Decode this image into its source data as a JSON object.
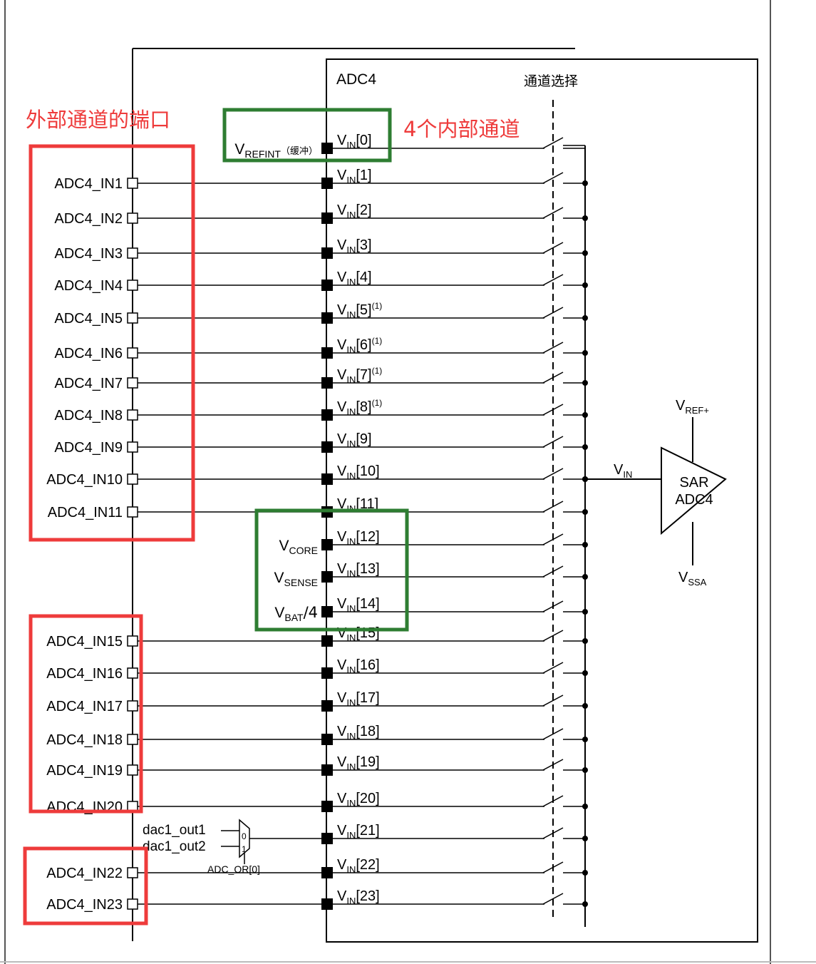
{
  "block": {
    "title": "ADC4",
    "selector_label": "通道选择"
  },
  "annotations": {
    "external_ports": "外部通道的端口",
    "internal_channels": "4个内部通道"
  },
  "vin_channels": [
    {
      "base": "V",
      "sub": "IN",
      "idx": "[0]",
      "sup": ""
    },
    {
      "base": "V",
      "sub": "IN",
      "idx": "[1]",
      "sup": ""
    },
    {
      "base": "V",
      "sub": "IN",
      "idx": "[2]",
      "sup": ""
    },
    {
      "base": "V",
      "sub": "IN",
      "idx": "[3]",
      "sup": ""
    },
    {
      "base": "V",
      "sub": "IN",
      "idx": "[4]",
      "sup": ""
    },
    {
      "base": "V",
      "sub": "IN",
      "idx": "[5]",
      "sup": "(1)"
    },
    {
      "base": "V",
      "sub": "IN",
      "idx": "[6]",
      "sup": "(1)"
    },
    {
      "base": "V",
      "sub": "IN",
      "idx": "[7]",
      "sup": "(1)"
    },
    {
      "base": "V",
      "sub": "IN",
      "idx": "[8]",
      "sup": "(1)"
    },
    {
      "base": "V",
      "sub": "IN",
      "idx": "[9]",
      "sup": ""
    },
    {
      "base": "V",
      "sub": "IN",
      "idx": "[10]",
      "sup": ""
    },
    {
      "base": "V",
      "sub": "IN",
      "idx": "[11]",
      "sup": ""
    },
    {
      "base": "V",
      "sub": "IN",
      "idx": "[12]",
      "sup": ""
    },
    {
      "base": "V",
      "sub": "IN",
      "idx": "[13]",
      "sup": ""
    },
    {
      "base": "V",
      "sub": "IN",
      "idx": "[14]",
      "sup": ""
    },
    {
      "base": "V",
      "sub": "IN",
      "idx": "[15]",
      "sup": ""
    },
    {
      "base": "V",
      "sub": "IN",
      "idx": "[16]",
      "sup": ""
    },
    {
      "base": "V",
      "sub": "IN",
      "idx": "[17]",
      "sup": ""
    },
    {
      "base": "V",
      "sub": "IN",
      "idx": "[18]",
      "sup": ""
    },
    {
      "base": "V",
      "sub": "IN",
      "idx": "[19]",
      "sup": ""
    },
    {
      "base": "V",
      "sub": "IN",
      "idx": "[20]",
      "sup": ""
    },
    {
      "base": "V",
      "sub": "IN",
      "idx": "[21]",
      "sup": ""
    },
    {
      "base": "V",
      "sub": "IN",
      "idx": "[22]",
      "sup": ""
    },
    {
      "base": "V",
      "sub": "IN",
      "idx": "[23]",
      "sup": ""
    }
  ],
  "external_ports": [
    {
      "label": "ADC4_IN1",
      "ch": 1
    },
    {
      "label": "ADC4_IN2",
      "ch": 2
    },
    {
      "label": "ADC4_IN3",
      "ch": 3
    },
    {
      "label": "ADC4_IN4",
      "ch": 4
    },
    {
      "label": "ADC4_IN5",
      "ch": 5
    },
    {
      "label": "ADC4_IN6",
      "ch": 6
    },
    {
      "label": "ADC4_IN7",
      "ch": 7
    },
    {
      "label": "ADC4_IN8",
      "ch": 8
    },
    {
      "label": "ADC4_IN9",
      "ch": 9
    },
    {
      "label": "ADC4_IN10",
      "ch": 10
    },
    {
      "label": "ADC4_IN11",
      "ch": 11
    },
    {
      "label": "ADC4_IN15",
      "ch": 15
    },
    {
      "label": "ADC4_IN16",
      "ch": 16
    },
    {
      "label": "ADC4_IN17",
      "ch": 17
    },
    {
      "label": "ADC4_IN18",
      "ch": 18
    },
    {
      "label": "ADC4_IN19",
      "ch": 19
    },
    {
      "label": "ADC4_IN20",
      "ch": 20
    },
    {
      "label": "ADC4_IN22",
      "ch": 22
    },
    {
      "label": "ADC4_IN23",
      "ch": 23
    }
  ],
  "internal_sources": [
    {
      "base": "V",
      "sub": "REFINT",
      "tail": "（缓冲）",
      "ch": 0
    },
    {
      "base": "V",
      "sub": "CORE",
      "tail": "",
      "ch": 12
    },
    {
      "base": "V",
      "sub": "SENSE",
      "tail": "",
      "ch": 13
    },
    {
      "base": "V",
      "sub": "BAT",
      "tail": "/4",
      "ch": 14
    }
  ],
  "mux": {
    "in0": "dac1_out1",
    "in1": "dac1_out2",
    "sel0": "0",
    "sel1": "1",
    "control": "ADC_OR[0]"
  },
  "sar": {
    "line1": "SAR",
    "line2": "ADC4",
    "input_base": "V",
    "input_sub": "IN",
    "ref_base": "V",
    "ref_sub": "REF+",
    "gnd_base": "V",
    "gnd_sub": "SSA"
  },
  "colors": {
    "annotation_red": "#ee3b3b",
    "annotation_green": "#2e7d32",
    "line": "#000000"
  }
}
